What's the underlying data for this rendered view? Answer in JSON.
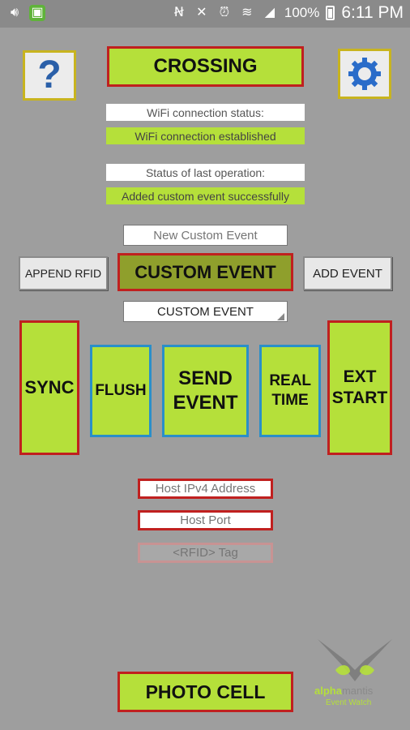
{
  "status_bar": {
    "battery": "100%",
    "time": "6:11 PM"
  },
  "header": {
    "title": "CROSSING"
  },
  "wifi": {
    "label": "WiFi connection status:",
    "value": "WiFi connection established"
  },
  "operation": {
    "label": "Status of last operation:",
    "value": "Added custom event successfully"
  },
  "custom_event": {
    "name_placeholder": "New Custom Event",
    "append_rfid": "APPEND RFID",
    "custom_event_button": "CUSTOM EVENT",
    "add_event": "ADD EVENT",
    "selected": "CUSTOM EVENT"
  },
  "actions": {
    "sync": "SYNC",
    "flush": "FLUSH",
    "send_event": "SEND EVENT",
    "real_time": "REAL TIME",
    "ext_start": "EXT START"
  },
  "host": {
    "ip_placeholder": "Host IPv4 Address",
    "port_placeholder": "Host Port",
    "rfid_placeholder": "<RFID> Tag"
  },
  "footer": {
    "photo_cell": "PHOTO CELL",
    "brand_alpha": "alpha",
    "brand_mantis": "mantis",
    "brand_sub": "Event Watch"
  },
  "colors": {
    "accent_green": "#b5e03a",
    "border_red": "#c0201f",
    "border_blue": "#2a8fc9",
    "background": "#9e9e9e"
  }
}
